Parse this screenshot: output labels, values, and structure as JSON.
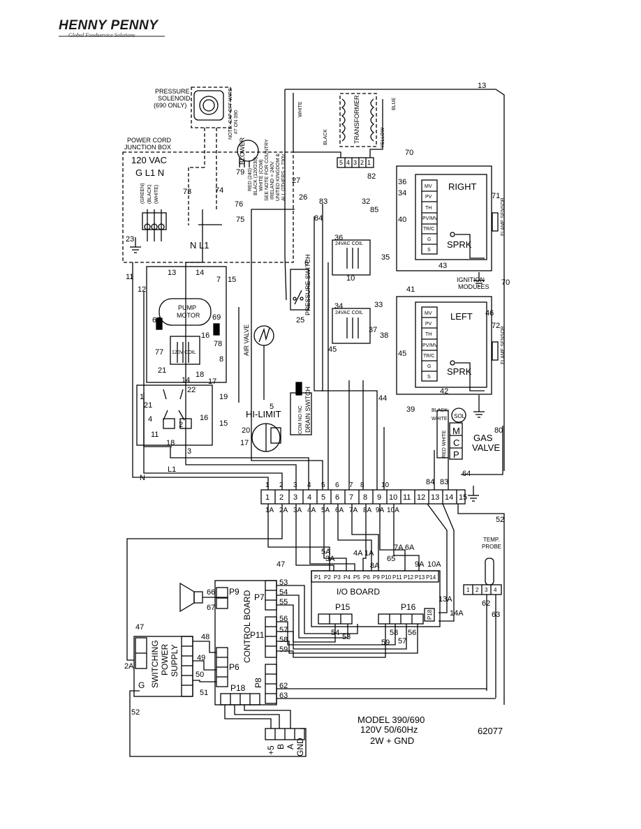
{
  "header": {
    "brand": "HENNY PENNY",
    "tagline": "Global Foodservice Solutions"
  },
  "diagram": {
    "power": {
      "title1": "POWER CORD",
      "title2": "JUNCTION BOX",
      "voltage": "120 VAC",
      "pins": "G L1 N",
      "green": "(GREEN)",
      "black": "(BLACK)",
      "white": "(WHITE)",
      "n_l1": "N L1"
    },
    "pressure_solenoid": {
      "line1": "PRESSURE",
      "line2": "SOLENOID",
      "line3": "(690 ONLY)"
    },
    "note": {
      "line1": "NOTE: CAP OFF WIRE",
      "line2": "#7 ON 390"
    },
    "blower": {
      "label": "BLOWER",
      "w1": "RED (240)",
      "w2": "BLACK (120/230)",
      "w3": "WHITE (COM)",
      "c1": "SEE NOTE FOR COUNTRY",
      "c2": "IRELAND = 240V",
      "c3": "UNITED KINGDOM &",
      "c4": "ALL OTHERS = 230V"
    },
    "transformer": {
      "label": "TRANSFORMER",
      "white": "WHITE",
      "blue": "BLUE",
      "black": "BLACK",
      "yellow": "YELLOW",
      "pins": [
        "5",
        "4",
        "3",
        "2",
        "1"
      ]
    },
    "pump_motor": {
      "line1": "PUMP",
      "line2": "MOTOR"
    },
    "coil_120": "120V COIL",
    "coil_24": "24VAC COIL",
    "air_valve": "AIR VALVE",
    "pressure_switch": "PRESSURE SWITCH",
    "drain_switch": "DRAIN SWITCH",
    "drain_contacts": "COM NO NC",
    "hi_limit": "HI-LIMIT",
    "ignition": {
      "right": "RIGHT",
      "left": "LEFT",
      "terms": [
        "MV",
        "PV",
        "TH",
        "PV/MV",
        "TR/C",
        "G",
        "S"
      ],
      "sprk": "SPRK",
      "modules1": "IGNITION",
      "modules2": "MODULES",
      "flame": "FLAME SENSOR"
    },
    "gas_valve": {
      "line1": "GAS",
      "line2": "VALVE",
      "sol": "SOL",
      "terms": [
        "M",
        "C",
        "P"
      ],
      "black": "BLACK",
      "white": "WHITE",
      "redwhite": "RED WHITE"
    },
    "terminal_strip": {
      "top": [
        "1",
        "2",
        "3",
        "4",
        "5",
        "6",
        "7",
        "8",
        "9",
        "10",
        "11",
        "12",
        "13",
        "14",
        "15"
      ],
      "bottom": [
        "1A",
        "2A",
        "3A",
        "4A",
        "5A",
        "6A",
        "7A",
        "8A",
        "9A",
        "10A"
      ]
    },
    "io_board": {
      "label": "I/O BOARD",
      "pins": [
        "P1",
        "P2",
        "P3",
        "P4",
        "P5",
        "P6",
        "P9",
        "P10",
        "P11",
        "P12",
        "P13",
        "P14"
      ],
      "p15": "P15",
      "p16": "P16",
      "p18": "P18"
    },
    "temp_probe": {
      "line1": "TEMP.",
      "line2": "PROBE",
      "pins": [
        "1",
        "2",
        "3",
        "4"
      ]
    },
    "control_board": {
      "label": "CONTROL BOARD",
      "p9": "P9",
      "p7": "P7",
      "p11": "P11",
      "p6": "P6",
      "p8": "P8",
      "p18": "P18"
    },
    "power_supply": {
      "line1": "SWITCHING",
      "line2": "POWER",
      "line3": "SUPPLY",
      "g": "G"
    },
    "p18_labels": [
      "+5",
      "B",
      "A",
      "GND"
    ],
    "model": {
      "line1": "MODEL 390/690",
      "line2": "120V 50/60Hz",
      "line3": "2W + GND",
      "number": "62077"
    },
    "wire_numbers": {
      "w13": "13",
      "w70": "70",
      "w79": "79",
      "w27": "27",
      "w82": "82",
      "w73": "73",
      "w74": "74",
      "w76": "76",
      "w75": "75",
      "w26": "26",
      "w83": "83",
      "w32": "32",
      "w85": "85",
      "w84": "84",
      "w36": "36",
      "w34": "34",
      "w40": "40",
      "w71": "71",
      "w35": "35",
      "w43": "43",
      "w23": "23",
      "w11": "11",
      "w12": "12",
      "w14": "14",
      "w15": "15",
      "w7": "7",
      "w6": "6",
      "w25": "25",
      "w10": "10",
      "w41": "41",
      "w33": "33",
      "w46": "46",
      "w72": "72",
      "w37": "37",
      "w38": "38",
      "w45": "45",
      "w42": "42",
      "w44": "44",
      "w39": "39",
      "w80": "80",
      "w64": "64",
      "w68": "68",
      "w69": "69",
      "w77": "77",
      "w78": "78",
      "w16": "16",
      "w21": "21",
      "w8": "8",
      "w18": "18",
      "w17": "17",
      "w19": "19",
      "w22": "22",
      "w20": "20",
      "w5": "5",
      "w3": "3",
      "w1": "1",
      "w4": "4",
      "w2": "2",
      "wN": "N",
      "wL1": "L1",
      "w52": "52",
      "w47": "47",
      "w65": "65",
      "w53": "53",
      "w54": "54",
      "w55": "55",
      "w56": "56",
      "w57": "57",
      "w58": "58",
      "w59": "59",
      "w66": "66",
      "w67": "67",
      "w48": "48",
      "w49": "49",
      "w50": "50",
      "w51": "51",
      "w62": "62",
      "w63": "63",
      "w13A": "13A",
      "w14A": "14A",
      "w3A": "3A",
      "w5A": "5A",
      "w4A1A": "4A 1A",
      "w8A": "8A",
      "w7A6A": "7A 6A",
      "w9A": "9A",
      "w10A": "10A",
      "w2A": "2A"
    }
  }
}
